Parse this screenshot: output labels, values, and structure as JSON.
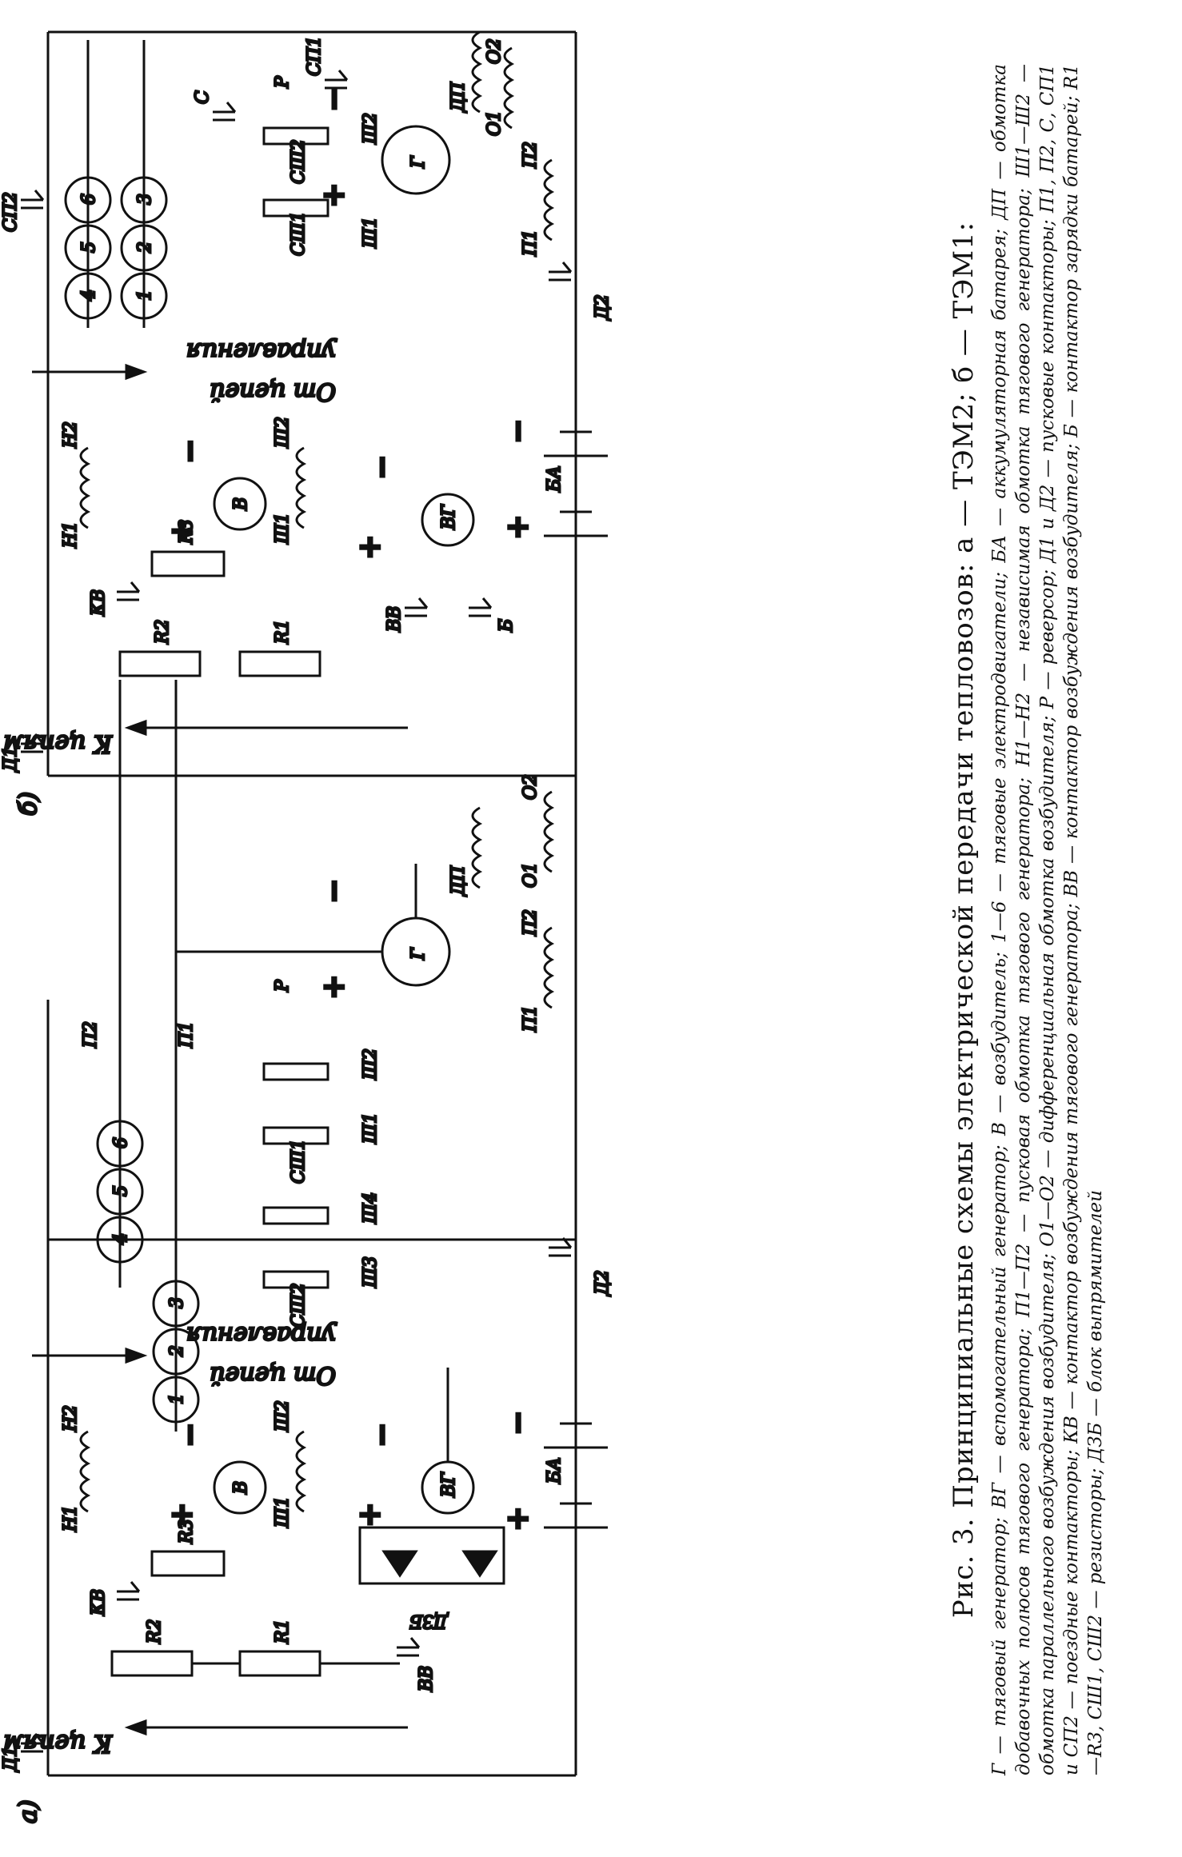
{
  "figure": {
    "title": "Рис. 3. Принципиальные схемы электрической передачи тепловозов: а — ТЭМ2; б — ТЭМ1:",
    "legend": "Г — тяговый генератор; ВГ — вспомогательный генератор; В — возбудитель; 1—6 — тяговые электродвигатели; БА — аккумуляторная батарея; ДП — обмотка добавочных полюсов тягового генератора; П1—П2 — пусковая обмотка тягового генератора; Н1—Н2 — независимая обмотка тягового генератора; Ш1—Ш2 — обмотка параллельного возбуждения возбудителя; О1—О2 — дифференциальная обмотка возбудителя; Р — реверсор; Д1 и Д2 — пусковые контакторы; П1, П2, С, СП1 и СП2 — поездные контакторы; КВ — контактор возбуждения тягового генератора; ВВ — контактор возбуждения возбудителя; Б — контактор зарядки батарей; R1—R3, СШ1, СШ2 — резисторы; ДЗБ — блок выпрямителей"
  },
  "panel_a": {
    "label": "а)",
    "to_control": "К цепям управления",
    "from_control_1": "От цепей",
    "from_control_2": "управления",
    "battery": "БА",
    "aux_gen": "ВГ",
    "exciter": "В",
    "generator": "Г",
    "rectifier": "ДЗБ",
    "contactors": {
      "vv": "ВВ",
      "kv": "КВ",
      "d1": "Д1",
      "d2": "Д2",
      "p1": "П1",
      "p2": "П2"
    },
    "resistors": {
      "r1": "R1",
      "r2": "R2",
      "r3": "R3"
    },
    "windings": {
      "sh1": "Ш1",
      "sh2": "Ш2",
      "n1": "Н1",
      "n2": "Н2",
      "dp": "ДП",
      "p1": "П1",
      "p2": "П2",
      "o1": "О1",
      "o2": "О2"
    },
    "motors_group1": [
      "1",
      "2",
      "3"
    ],
    "motors_group2": [
      "4",
      "5",
      "6"
    ],
    "field_resistors": {
      "ssh1": "СШ1",
      "ssh2": "СШ2",
      "sh1": "Ш1",
      "sh2": "Ш2",
      "sh3": "Ш3",
      "sh4": "Ш4"
    },
    "reverser": "Р"
  },
  "panel_b": {
    "label": "б)",
    "to_control": "К цепям управления",
    "from_control_1": "От цепей",
    "from_control_2": "управления",
    "battery": "БА",
    "aux_gen": "ВГ",
    "exciter": "В",
    "generator": "Г",
    "contactors": {
      "b": "Б",
      "vv": "ВВ",
      "kv": "КВ",
      "d1": "Д1",
      "d2": "Д2",
      "sp1": "СП1",
      "sp2": "СП2",
      "c": "С"
    },
    "resistors": {
      "r1": "R1",
      "r2": "R2",
      "r3": "R3"
    },
    "windings": {
      "sh1": "Ш1",
      "sh2": "Ш2",
      "n1": "Н1",
      "n2": "Н2",
      "dp": "ДП",
      "p1": "П1",
      "p2": "П2",
      "o1": "О1",
      "o2": "О2"
    },
    "motors_group1": [
      "4",
      "5",
      "6"
    ],
    "motors_group2": [
      "1",
      "2",
      "3"
    ],
    "field_resistors": {
      "ssh1": "СШ1",
      "ssh2": "СШ2",
      "sh1": "Ш1",
      "sh2": "Ш2"
    },
    "reverser": "Р"
  },
  "signs": {
    "plus": "+",
    "minus": "−"
  }
}
